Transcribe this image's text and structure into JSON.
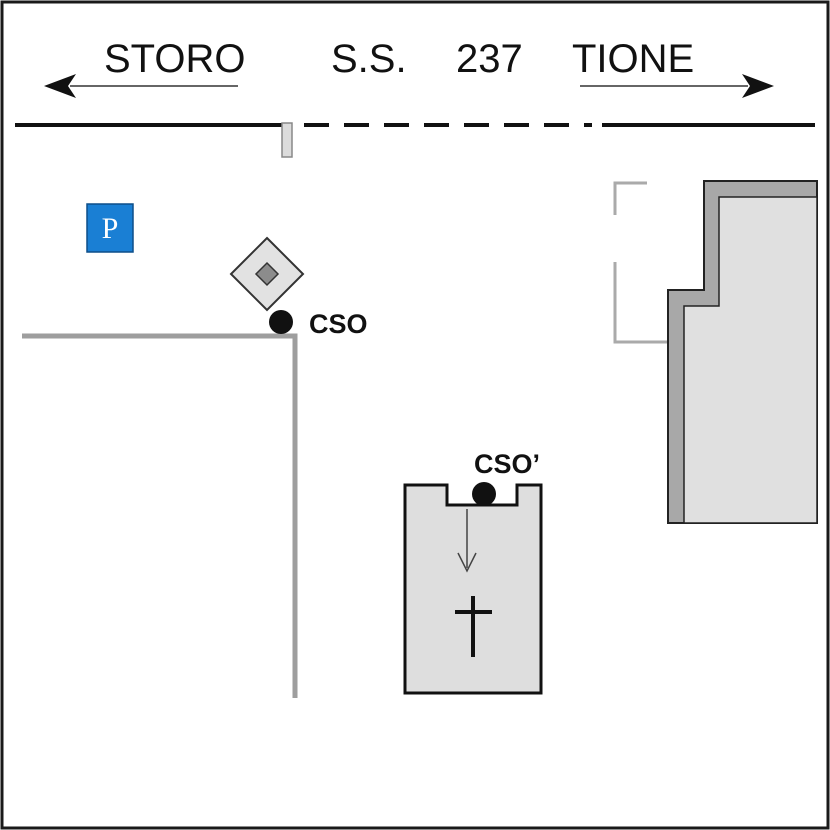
{
  "road": {
    "west_label": "STORO",
    "name_prefix": "S.S.",
    "number": "237",
    "east_label": "TIONE"
  },
  "parking": {
    "letter": "P",
    "color": "#1a7fd4"
  },
  "points": {
    "cso": "CSO",
    "cso_prime": "CSO’"
  },
  "colors": {
    "frame": "#1a1a1a",
    "building_fill": "#dedede",
    "wall_gray": "#a6a6a6",
    "line_gray": "#9e9e9e"
  },
  "icons": {
    "parking": "parking-sign-icon",
    "hydrant": "diamond-marker-icon",
    "chapel": "cross-icon"
  }
}
